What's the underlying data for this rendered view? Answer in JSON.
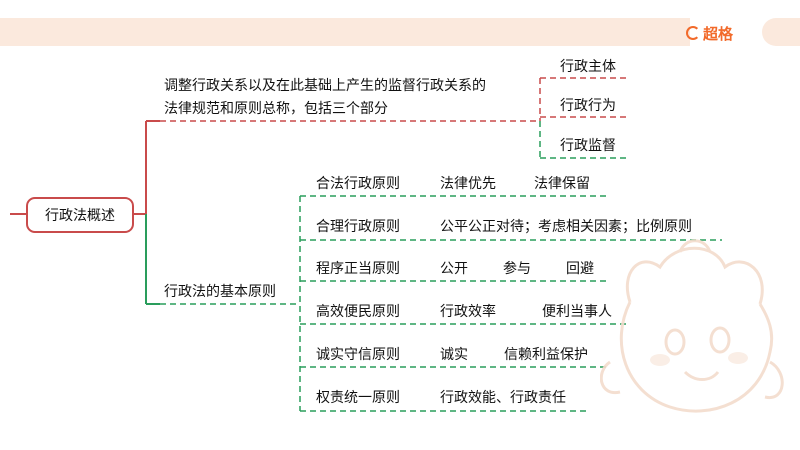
{
  "brand": {
    "logo_text": "超格",
    "accent": "#f26a2a"
  },
  "root": "行政法概述",
  "branch1": {
    "text_line1": "调整行政关系以及在此基础上产生的监督行政关系的",
    "text_line2": "法律规范和原则总称，包括三个部分",
    "parts": [
      "行政主体",
      "行政行为",
      "行政监督"
    ]
  },
  "branch2": {
    "label": "行政法的基本原则",
    "principles": [
      {
        "name": "合法行政原则",
        "items": [
          "法律优先",
          "法律保留"
        ]
      },
      {
        "name": "合理行政原则",
        "items": [
          "公平公正对待；考虑相关因素；比例原则"
        ]
      },
      {
        "name": "程序正当原则",
        "items": [
          "公开",
          "参与",
          "回避"
        ]
      },
      {
        "name": "高效便民原则",
        "items": [
          "行政效率",
          "便利当事人"
        ]
      },
      {
        "name": "诚实守信原则",
        "items": [
          "诚实",
          "信赖利益保护"
        ]
      },
      {
        "name": "权责统一原则",
        "items": [
          "行政效能、行政责任"
        ]
      }
    ]
  },
  "colors": {
    "red_line": "#c94b4b",
    "green_line": "#2a9d5c",
    "background_band": "#fbe9dd"
  }
}
